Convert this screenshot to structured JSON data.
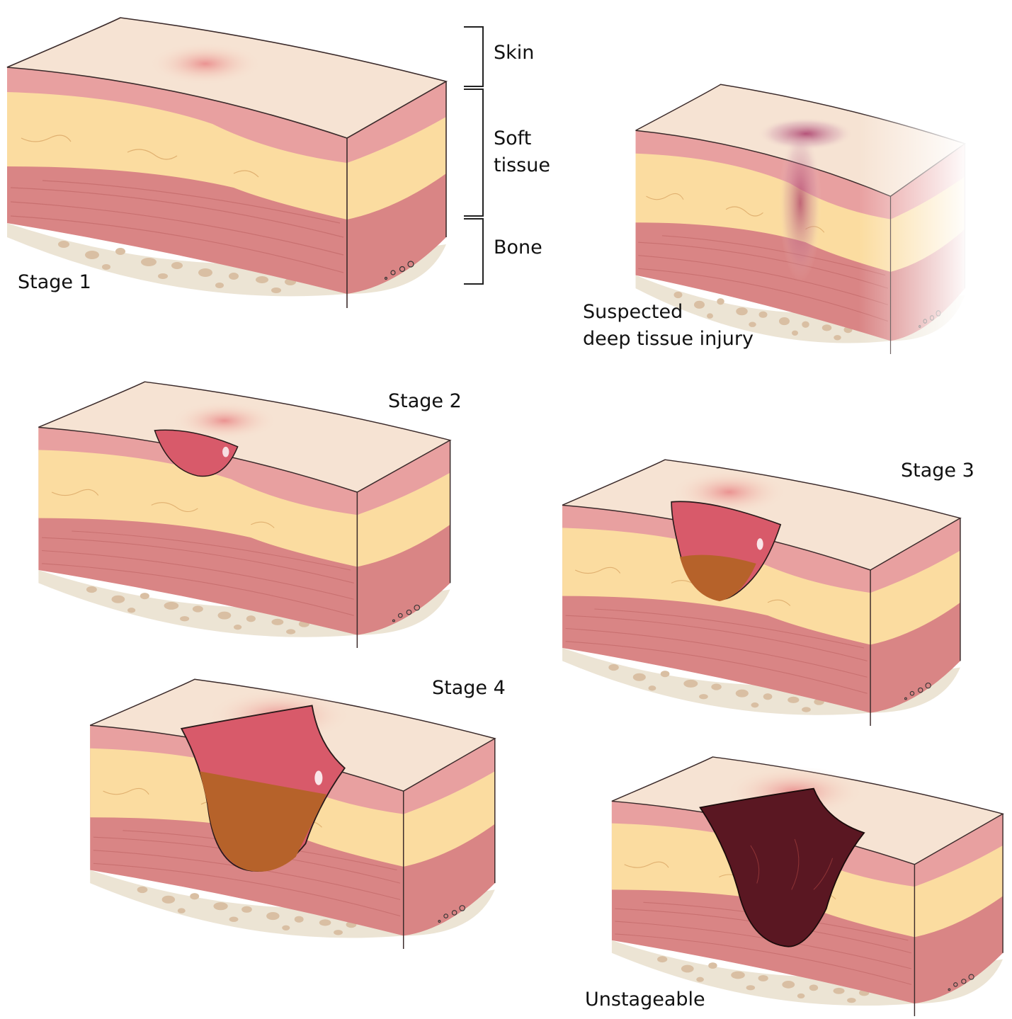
{
  "anatomy_labels": {
    "skin": "Skin",
    "soft_tissue_line1": "Soft",
    "soft_tissue_line2": "tissue",
    "bone": "Bone"
  },
  "stages": [
    {
      "id": "stage-1",
      "label": "Stage 1"
    },
    {
      "id": "suspected-dti",
      "label_line1": "Suspected",
      "label_line2": "deep tissue injury"
    },
    {
      "id": "stage-2",
      "label": "Stage 2"
    },
    {
      "id": "stage-3",
      "label": "Stage 3"
    },
    {
      "id": "stage-4",
      "label": "Stage 4"
    },
    {
      "id": "unstageable",
      "label": "Unstageable"
    }
  ],
  "colors": {
    "skin_top": "#f6e3d3",
    "dermis": "#e8a0a0",
    "fat": "#fbdca0",
    "muscle": "#d98585",
    "bone": "#ece4d4",
    "bone_dots": "#d9bfa3",
    "wound_red": "#d85a6a",
    "wound_slough": "#b6622a",
    "eschar": "#5a1722",
    "bruise": "#a33a6a"
  }
}
